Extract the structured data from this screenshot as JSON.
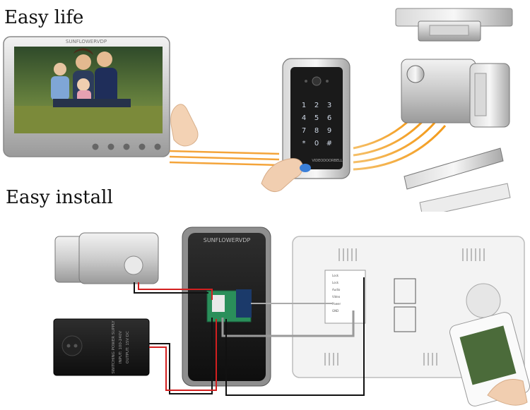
{
  "headings": {
    "top": "Easy life",
    "bottom": "Easy install"
  },
  "brand": "SUNFLOWERVDP",
  "outdoor_unit_label": "VIDEODOORBELL",
  "keypad_keys": [
    "1",
    "2",
    "3",
    "4",
    "5",
    "6",
    "7",
    "8",
    "9",
    "*",
    "0",
    "#"
  ],
  "monitor_buttons": 5,
  "terminal_labels": [
    "Lock",
    "Lock",
    "Audio",
    "Video",
    "Power",
    "GND"
  ],
  "power_supply_text": [
    "SWITCHING POWER SUPPLY",
    "INPUT: 100-240V",
    "OUTPUT: 15V DC"
  ]
}
